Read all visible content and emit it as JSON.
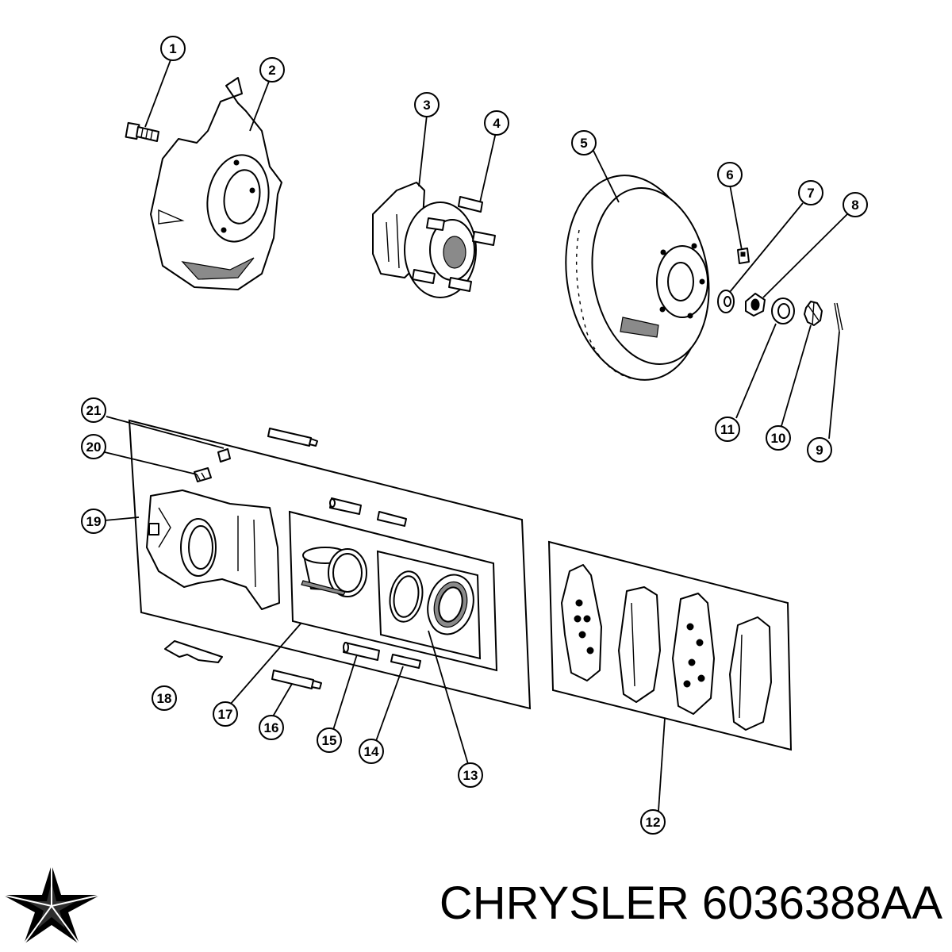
{
  "callouts": [
    {
      "n": "1"
    },
    {
      "n": "2"
    },
    {
      "n": "3"
    },
    {
      "n": "4"
    },
    {
      "n": "5"
    },
    {
      "n": "6"
    },
    {
      "n": "7"
    },
    {
      "n": "8"
    },
    {
      "n": "9"
    },
    {
      "n": "10"
    },
    {
      "n": "11"
    },
    {
      "n": "12"
    },
    {
      "n": "13"
    },
    {
      "n": "14"
    },
    {
      "n": "15"
    },
    {
      "n": "16"
    },
    {
      "n": "17"
    },
    {
      "n": "18"
    },
    {
      "n": "19"
    },
    {
      "n": "20"
    },
    {
      "n": "21"
    }
  ],
  "brand": {
    "caption": "CHRYSLER 6036388AA",
    "logo_icon": "pentastar-icon"
  },
  "colors": {
    "ink": "#000000",
    "background": "#ffffff",
    "shade": "#8a8a8a"
  }
}
